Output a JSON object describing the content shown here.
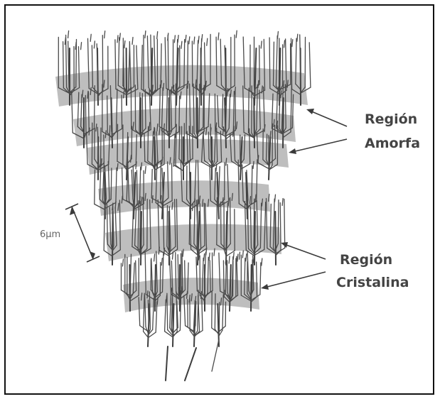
{
  "figure": {
    "labels": {
      "amorphous_line1": "Región",
      "amorphous_line2": "Amorfa",
      "crystalline_line1": "Región",
      "crystalline_line2": "Cristalina",
      "scale": "6μm"
    }
  }
}
